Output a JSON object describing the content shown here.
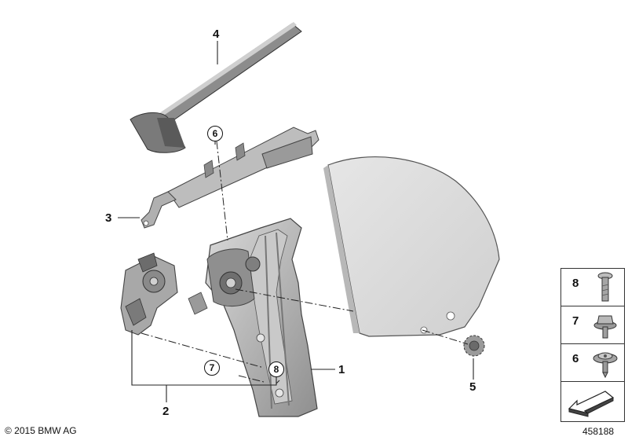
{
  "callouts": {
    "c1": "1",
    "c2": "2",
    "c3": "3",
    "c4": "4",
    "c5": "5",
    "c6": "6",
    "c7": "7",
    "c8": "8"
  },
  "legend": {
    "row8": "8",
    "row7": "7",
    "row6": "6"
  },
  "footer": {
    "copyright": "© 2015 BMW AG",
    "diagram_id": "458188"
  },
  "icons": {
    "screw": "bolt-icon",
    "flange_nut": "flange-nut-icon",
    "washer_screw": "washer-screw-icon",
    "arrow": "arrow-icon"
  }
}
